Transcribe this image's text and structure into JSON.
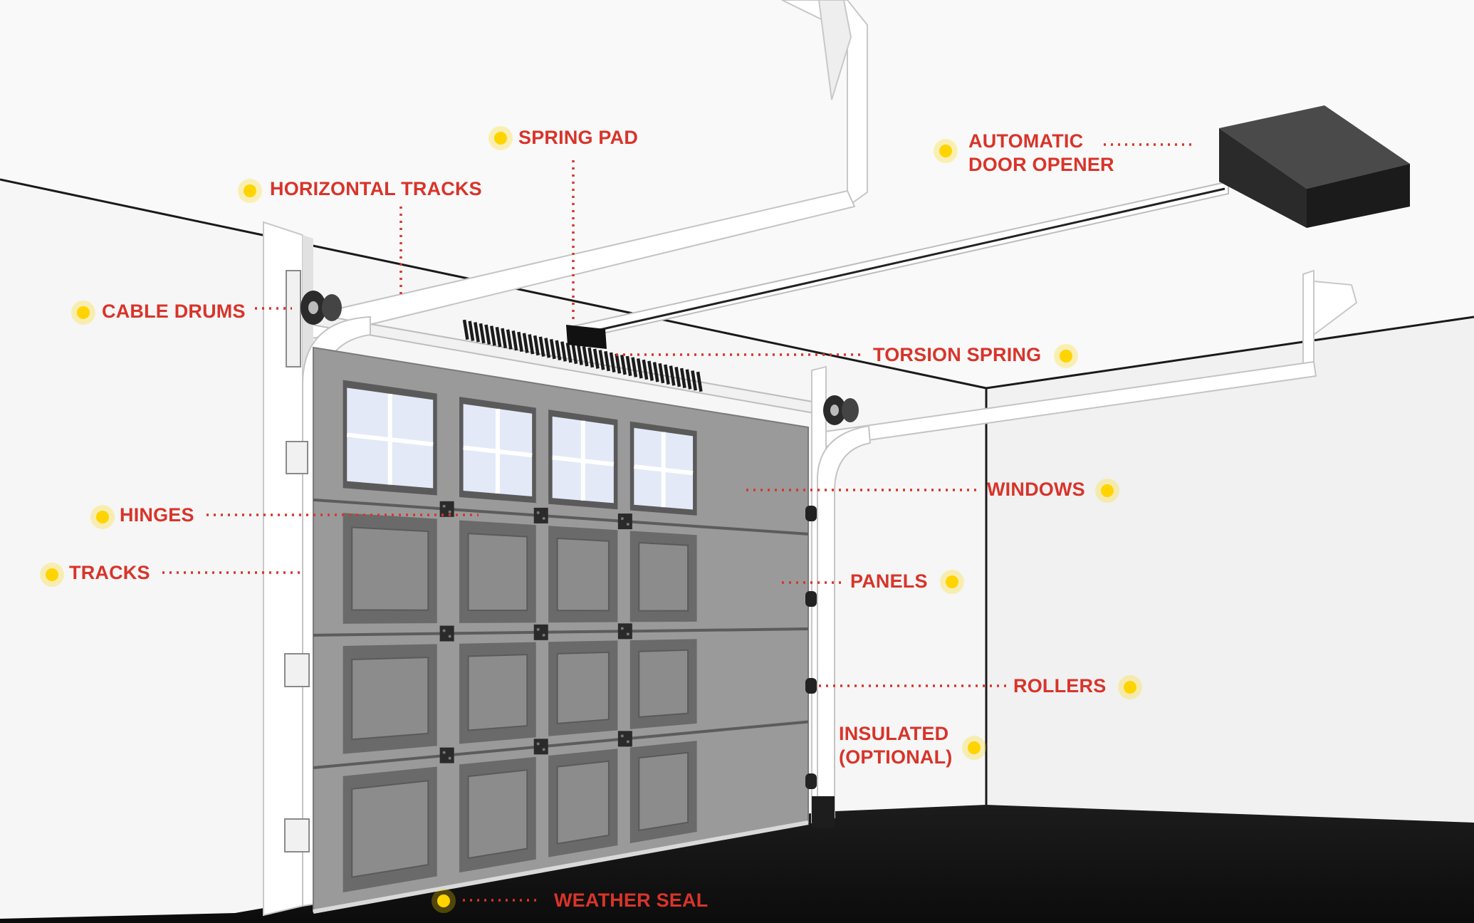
{
  "colors": {
    "label": "#d8342a",
    "dot": "#ffd400",
    "leader": "#d8342a",
    "floor": "#141414",
    "wall": "#f6f6f6",
    "track": "#f4f4f4",
    "panel": "#8e8e8e",
    "panel_inset": "#6a6a6a",
    "window_glass": "#e3e9f7",
    "opener": "#2f2f2f"
  },
  "labels": {
    "spring_pad": "SPRING PAD",
    "horizontal_tracks": "HORIZONTAL TRACKS",
    "automatic_door_opener": [
      "AUTOMATIC",
      "DOOR OPENER"
    ],
    "cable_drums": "CABLE DRUMS",
    "torsion_spring": "TORSION SPRING",
    "windows": "WINDOWS",
    "hinges": "HINGES",
    "tracks": "TRACKS",
    "panels": "PANELS",
    "rollers": "ROLLERS",
    "insulated": [
      "INSULATED",
      "(OPTIONAL)"
    ],
    "weather_seal": "WEATHER SEAL"
  }
}
